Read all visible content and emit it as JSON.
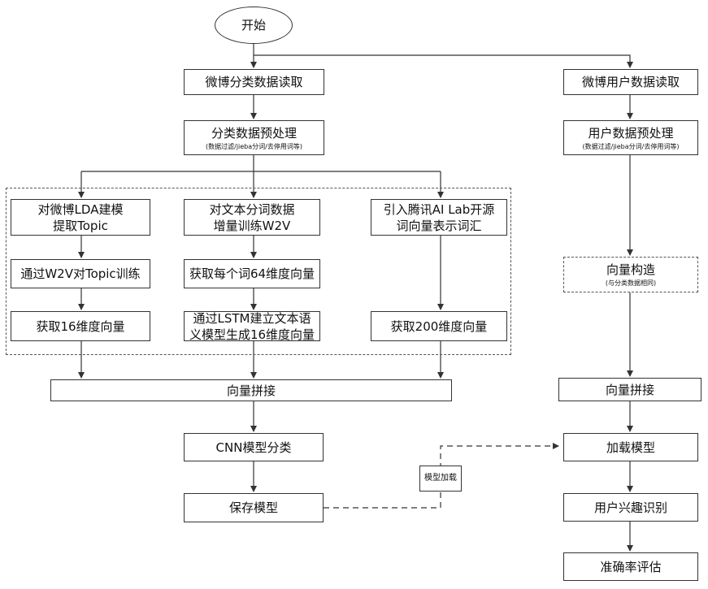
{
  "diagram": {
    "start": "开始",
    "classify_branch": {
      "read": "微博分类数据读取",
      "preprocess": {
        "title": "分类数据预处理",
        "note": "(数据过滤/jieba分词/去停用词等)"
      },
      "col1": {
        "step1": [
          "对微博LDA建模",
          "提取Topic"
        ],
        "step2": "通过W2V对Topic训练",
        "step3": "获取16维度向量"
      },
      "col2": {
        "step1": [
          "对文本分词数据",
          "增量训练W2V"
        ],
        "step2": "获取每个词64维度向量",
        "step3": [
          "通过LSTM建立文本语",
          "义模型生成16维度向量"
        ]
      },
      "col3": {
        "step1": [
          "引入腾讯AI Lab开源",
          "词向量表示词汇"
        ],
        "step3": "获取200维度向量"
      },
      "concat": "向量拼接",
      "cnn": "CNN模型分类",
      "save": "保存模型"
    },
    "link_label": "模型加载",
    "user_branch": {
      "read": "微博用户数据读取",
      "preprocess": {
        "title": "用户数据预处理",
        "note": "(数据过滤/jieba分词/去停用词等)"
      },
      "construct": {
        "title": "向量构造",
        "note": "(与分类数据相同)"
      },
      "concat": "向量拼接",
      "load": "加载模型",
      "identify": "用户兴趣识别",
      "evaluate": "准确率评估"
    }
  }
}
